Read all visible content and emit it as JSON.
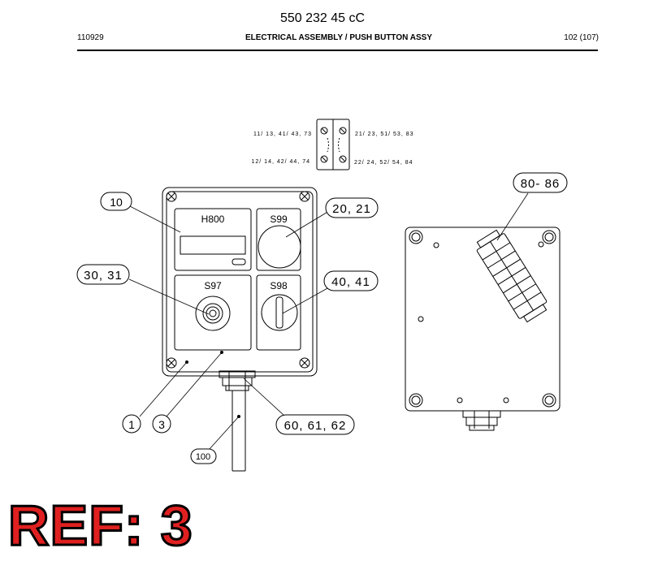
{
  "header": {
    "doc_number": "550 232 45 cC",
    "date_code": "110929",
    "section_title": "ELECTRICAL ASSEMBLY / PUSH BUTTON ASSY",
    "page": "102 (107)"
  },
  "terminal_diagram": {
    "top_left": "11/ 13, 41/ 43, 73",
    "top_right": "21/ 23, 51/ 53, 83",
    "bottom_left": "12/ 14, 42/ 44, 74",
    "bottom_right": "22/ 24, 52/ 54, 84"
  },
  "panel_labels": {
    "h800": "H800",
    "s99": "S99",
    "s97": "S97",
    "s98": "S98"
  },
  "callouts": {
    "c10": "10",
    "c20_21": "20, 21",
    "c30_31": "30, 31",
    "c40_41": "40, 41",
    "c1": "1",
    "c3": "3",
    "c60_62": "60, 61, 62",
    "c100": "100",
    "c80_86": "80- 86"
  },
  "reference": "REF: 3"
}
